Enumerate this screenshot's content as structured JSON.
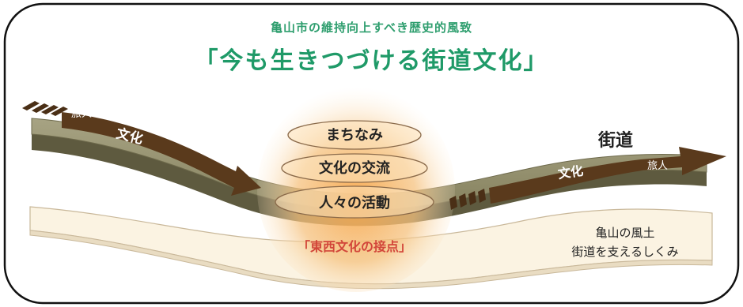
{
  "subtitle": "亀山市の維持向上すべき歴史的風致",
  "title": "「今も生きつづける街道文化」",
  "road": {
    "traveler_left": "旅人",
    "culture_left": "文化",
    "kaido": "街道",
    "culture_right": "文化",
    "traveler_right": "旅人"
  },
  "center": {
    "items": [
      "まちなみ",
      "文化の交流",
      "人々の活動"
    ],
    "junction": "「東西文化の接点」"
  },
  "base": {
    "line1": "亀山の風土",
    "line2": "街道を支えるしくみ"
  },
  "colors": {
    "title_green": "#1f9a68",
    "road_top": "#8f8b6a",
    "road_side": "#5e5a3f",
    "arrow": "#5a3a1c",
    "glow": "#f2b46a",
    "base_sheet": "#fbf4e4",
    "junction_red": "#d2463a"
  }
}
